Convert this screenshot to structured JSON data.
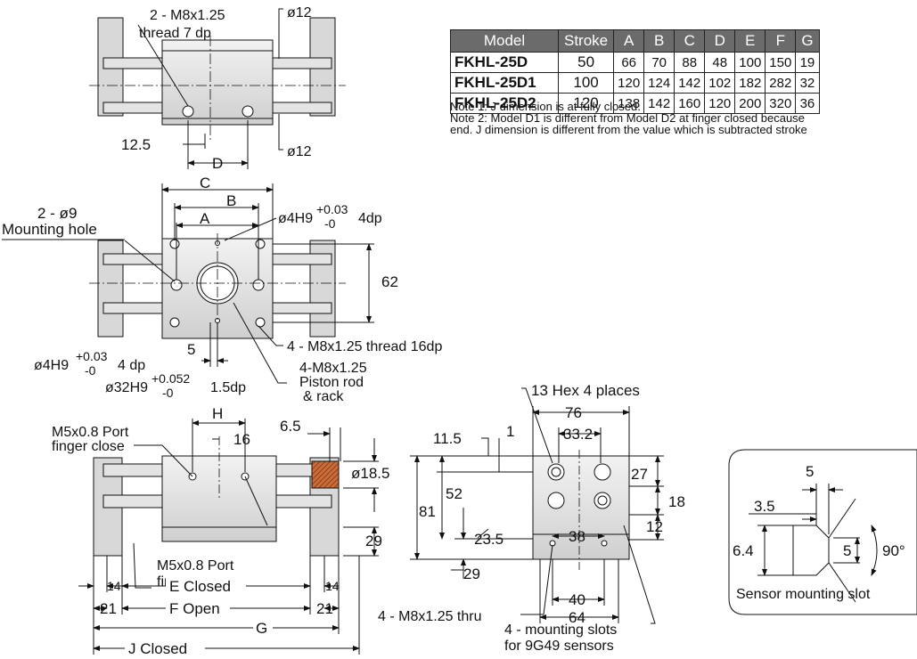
{
  "table": {
    "headers": [
      "Model",
      "Stroke",
      "A",
      "B",
      "C",
      "D",
      "E",
      "F",
      "G"
    ],
    "rows": [
      [
        "FKHL-25D",
        "50",
        "66",
        "70",
        "88",
        "48",
        "100",
        "150",
        "19"
      ],
      [
        "FKHL-25D1",
        "100",
        "120",
        "124",
        "142",
        "102",
        "182",
        "282",
        "32"
      ],
      [
        "FKHL-25D2",
        "120",
        "138",
        "142",
        "160",
        "120",
        "200",
        "320",
        "36"
      ]
    ]
  },
  "notes": {
    "note1": "Note 1: J dimension is at fully closed.",
    "note2": "Note 2: Model D1 is different from Model D2 at finger closed because",
    "note2b": "end. J dimension is different from the value which is subtracted stroke"
  },
  "top_view": {
    "thread": "2 - M8x1.25",
    "thread_depth": "thread 7 dp",
    "dia_top": "ø12",
    "dia_bottom": "ø12",
    "dim_12_5": "12.5",
    "dim_d": "D"
  },
  "mid_view": {
    "dim_c": "C",
    "dim_b": "B",
    "dim_a": "A",
    "mount_qty": "2 - ø9",
    "mount_label": "Mounting hole",
    "pin_hole": "ø4H9",
    "pin_tol_plus": "+0.03",
    "pin_tol_minus": "-0",
    "pin_depth": "4dp",
    "dim_62": "62",
    "dim_5": "5",
    "thread_16": "4 - M8x1.25 thread 16dp",
    "pin_hole2": "ø4H9",
    "pin2_tol_plus": "+0.03",
    "pin2_tol_minus": "-0",
    "pin2_depth": "4 dp",
    "bore": "ø32H9",
    "bore_tol_plus": "+0.052",
    "bore_tol_minus": "-0",
    "bore_depth": "1.5dp",
    "rod_1": "4-M8x1.25",
    "rod_2": "Piston rod",
    "rod_3": "& rack"
  },
  "front_view": {
    "dim_h": "H",
    "dim_16": "16",
    "dim_6_5": "6.5",
    "port_close_1": "M5x0.8 Port",
    "port_close_2": "finger close",
    "port_open_1": "M5x0.8 Port",
    "port_open_2": "finger open",
    "dia_18_5": "ø18.5",
    "dim_29": "29",
    "dim_14_l": "14",
    "dim_14_r": "14",
    "dim_21_l": "21",
    "dim_21_r": "21",
    "e_closed": "E Closed",
    "f_open": "F Open",
    "dim_g": "G",
    "j_closed": "J Closed"
  },
  "side_view": {
    "hex": "13 Hex 4 places",
    "dim_76": "76",
    "dim_33_2": "33.2",
    "dim_11_5": "11.5",
    "dim_1": "1",
    "dim_52": "52",
    "dim_81": "81",
    "dim_23_5": "23.5",
    "dim_29": "29",
    "dim_38": "38",
    "dim_40": "40",
    "dim_64": "64",
    "dim_27": "27",
    "dim_18": "18",
    "dim_12": "12",
    "thru": "4 - M8x1.25 thru",
    "slots_1": "4 - mounting slots",
    "slots_2": "for  9G49 sensors"
  },
  "sensor": {
    "dim_5_top": "5",
    "dim_3_5": "3.5",
    "dim_6_4": "6.4",
    "dim_5_mid": "5",
    "angle": "90°",
    "caption": "Sensor mounting slot"
  }
}
